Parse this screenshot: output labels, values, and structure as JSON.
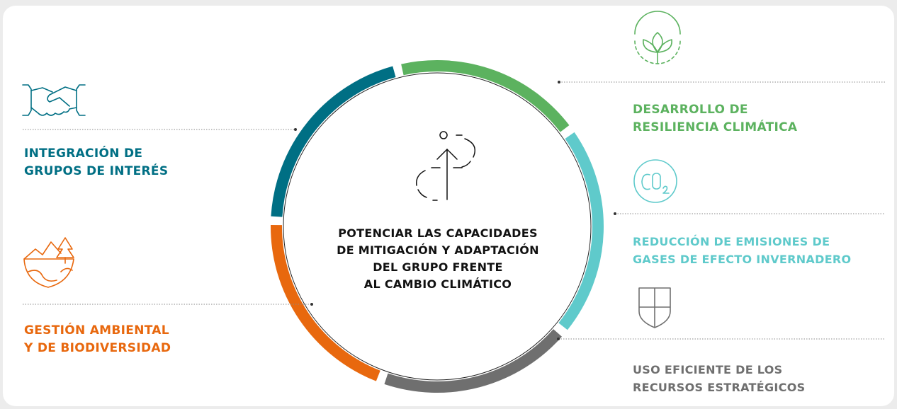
{
  "center": {
    "lines": [
      "POTENCIAR LAS CAPACIDADES",
      "DE MITIGACIÓN Y ADAPTACIÓN",
      "DEL GRUPO FRENTE",
      "AL CAMBIO CLIMÁTICO"
    ]
  },
  "items": [
    {
      "key": "grupos",
      "icon": "handshake-icon",
      "color": "#006f84",
      "lines": [
        "INTEGRACIÓN DE",
        "GRUPOS DE INTERÉS"
      ]
    },
    {
      "key": "ambiental",
      "icon": "landscape-tree-icon",
      "color": "#e8680e",
      "lines": [
        "GESTIÓN AMBIENTAL",
        "Y DE BIODIVERSIDAD"
      ]
    },
    {
      "key": "resiliencia",
      "icon": "plant-sprout-icon",
      "color": "#5cb25f",
      "lines": [
        "DESARROLLO DE",
        "RESILIENCIA CLIMÁTICA"
      ]
    },
    {
      "key": "emisiones",
      "icon": "co2-icon",
      "color": "#5fcacb",
      "lines": [
        "REDUCCIÓN DE EMISIONES DE",
        "GASES DE EFECTO INVERNADERO"
      ]
    },
    {
      "key": "recursos",
      "icon": "shield-icon",
      "color": "#6f6f6f",
      "lines": [
        "USO EFICIENTE DE LOS",
        "RECURSOS ESTRATÉGICOS"
      ]
    }
  ],
  "colors": {
    "teal_dark": "#006f84",
    "orange": "#e8680e",
    "green": "#5cb25f",
    "cyan": "#5fcacb",
    "gray": "#6f6f6f",
    "background": "#ececec"
  }
}
